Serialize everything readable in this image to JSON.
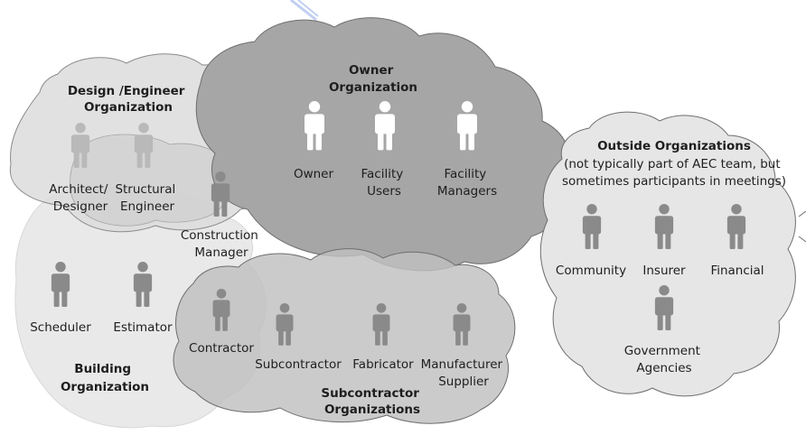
{
  "organizations": {
    "design": {
      "title_lines": [
        "Design /Engineer",
        "Organization"
      ]
    },
    "owner": {
      "title_lines": [
        "Owner",
        "Organization"
      ]
    },
    "building": {
      "title_lines": [
        "Building",
        "Organization"
      ]
    },
    "subcontractor": {
      "title_lines": [
        "Subcontractor",
        "Organizations"
      ]
    },
    "outside": {
      "title_lines": [
        "Outside Organizations"
      ],
      "subtitle_lines": [
        "(not typically part of AEC team, but",
        "sometimes participants in meetings)"
      ]
    }
  },
  "people": {
    "architect": {
      "label_lines": [
        "Architect/",
        "Designer"
      ]
    },
    "structural": {
      "label_lines": [
        "Structural",
        "Engineer"
      ]
    },
    "construction_manager": {
      "label_lines": [
        "Construction",
        "Manager"
      ]
    },
    "owner": {
      "label_lines": [
        "Owner"
      ]
    },
    "facility_users": {
      "label_lines": [
        "Facility",
        "Users"
      ]
    },
    "facility_managers": {
      "label_lines": [
        "Facility",
        "Managers"
      ]
    },
    "scheduler": {
      "label_lines": [
        "Scheduler"
      ]
    },
    "estimator": {
      "label_lines": [
        "Estimator"
      ]
    },
    "contractor": {
      "label_lines": [
        "Contractor"
      ]
    },
    "subcontractor": {
      "label_lines": [
        "Subcontractor"
      ]
    },
    "fabricator": {
      "label_lines": [
        "Fabricator"
      ]
    },
    "manufacturer": {
      "label_lines": [
        "Manufacturer",
        "Supplier"
      ]
    },
    "community": {
      "label_lines": [
        "Community"
      ]
    },
    "insurer": {
      "label_lines": [
        "Insurer"
      ]
    },
    "financial": {
      "label_lines": [
        "Financial"
      ]
    },
    "government": {
      "label_lines": [
        "Government",
        "Agencies"
      ]
    }
  },
  "colors": {
    "cloud_fill_light": "#e4e4e4",
    "cloud_fill_dark": "#a6a6a6",
    "cloud_stroke": "#6e6e6e",
    "figure_gray": "#8a8a8a",
    "figure_light": "#b9b9b9",
    "figure_white": "#ffffff",
    "accent_arrow": "#8fa8e8"
  }
}
